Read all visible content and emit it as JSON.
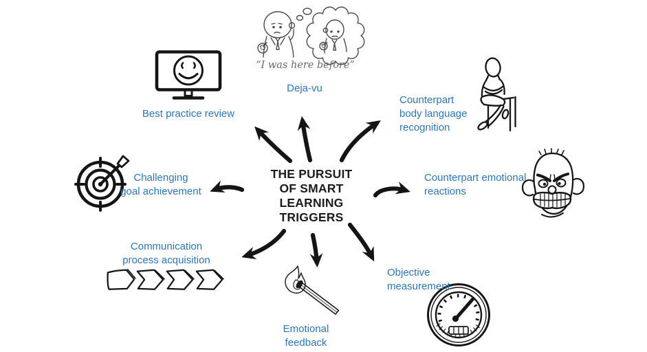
{
  "title": {
    "text": "THE PURSUIT\nOF SMART\nLEARNING\nTRIGGERS"
  },
  "caption": "“I was here before”",
  "colors": {
    "label_blue": "#2E75B6",
    "ink": "#151515",
    "caption_gray": "#6a6a6a"
  },
  "nodes": [
    {
      "id": "best-practice-review",
      "label": "Best practice review",
      "icon": "smiley-monitor-icon"
    },
    {
      "id": "deja-vu",
      "label": "Deja-vu",
      "icon": "deja-vu-people-icon"
    },
    {
      "id": "counterpart-body-language",
      "label": "Counterpart\nbody language\nrecognition",
      "icon": "sitting-person-icon"
    },
    {
      "id": "counterpart-emotional-reactions",
      "label": "Counterpart emotional\nreactions",
      "icon": "angry-face-icon"
    },
    {
      "id": "objective-measurement",
      "label": "Objective\nmeasurement",
      "icon": "gauge-icon"
    },
    {
      "id": "emotional-feedback",
      "label": "Emotional\nfeedback",
      "icon": "burning-match-icon"
    },
    {
      "id": "communication-process-acquisition",
      "label": "Communication\nprocess acquisition",
      "icon": "chevron-steps-icon"
    },
    {
      "id": "challenging-goal-achievement",
      "label": "Challenging\ngoal achievement",
      "icon": "target-dart-icon"
    }
  ]
}
